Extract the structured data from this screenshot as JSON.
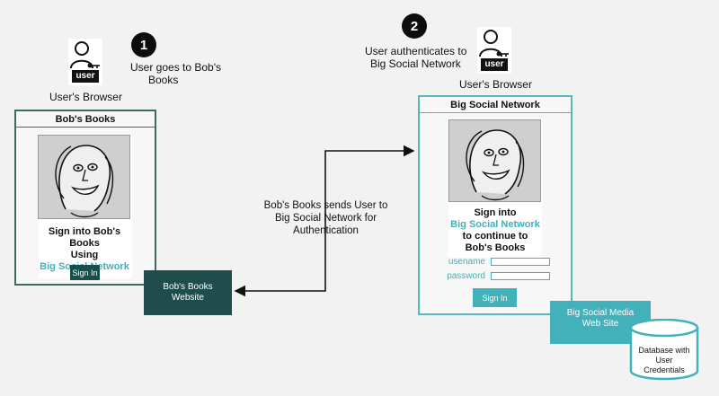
{
  "steps": {
    "one": {
      "number": "1",
      "text_line1": "User goes to Bob's",
      "text_line2": "Books"
    },
    "two": {
      "number": "2",
      "text_line1": "User authenticates to",
      "text_line2": "Big Social Network"
    }
  },
  "users": {
    "left": {
      "tag": "user",
      "label": "User's Browser"
    },
    "right": {
      "tag": "user",
      "label": "User's Browser"
    }
  },
  "bobs_browser": {
    "title": "Bob's Books",
    "line1": "Sign into Bob's Books",
    "line2": "Using",
    "line3": "Big Social Network",
    "button": "Sign In"
  },
  "big_browser": {
    "title": "Big Social Network",
    "line1": "Sign into",
    "line2": "Big Social Network",
    "line3": "to continue to",
    "line4": "Bob's Books",
    "username_label": "usename",
    "password_label": "password",
    "button": "Sign In"
  },
  "redirect_text": {
    "line1": "Bob's Books sends User to",
    "line2": "Big Social Network for Authentication"
  },
  "bobs_site": {
    "line1": "Bob's Books",
    "line2": "Website"
  },
  "big_site": {
    "line1": "Big Social Media",
    "line2": "Web Site"
  },
  "database": {
    "line1": "Database with",
    "line2": "User",
    "line3": "Credentials"
  },
  "colors": {
    "dark_green": "#1f4d4b",
    "teal": "#43b1b9",
    "frame_green": "#3d6b5e"
  }
}
